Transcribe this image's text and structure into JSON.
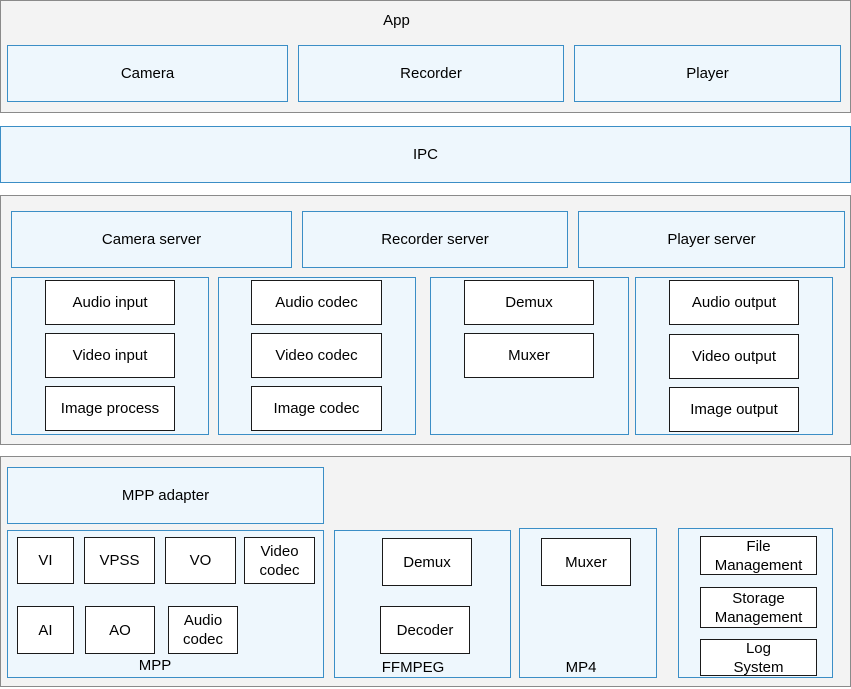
{
  "app": {
    "title": "App",
    "camera": "Camera",
    "recorder": "Recorder",
    "player": "Player"
  },
  "ipc": "IPC",
  "services": {
    "camera_server": "Camera server",
    "recorder_server": "Recorder server",
    "player_server": "Player server",
    "input_group": [
      "Audio input",
      "Video input",
      "Image process"
    ],
    "codec_group": [
      "Audio codec",
      "Video codec",
      "Image codec"
    ],
    "mux_group": [
      "Demux",
      "Muxer"
    ],
    "output_group": [
      "Audio output",
      "Video output",
      "Image output"
    ]
  },
  "platform": {
    "mpp_adapter": "MPP adapter",
    "mpp": {
      "label": "MPP",
      "vi": "VI",
      "vpss": "VPSS",
      "vo": "VO",
      "video_codec": "Video\ncodec",
      "ai": "AI",
      "ao": "AO",
      "audio_codec": "Audio\ncodec"
    },
    "ffmpeg": {
      "label": "FFMPEG",
      "demux": "Demux",
      "decoder": "Decoder"
    },
    "mp4": {
      "label": "MP4",
      "muxer": "Muxer"
    },
    "utilities": {
      "file_management": "File\nManagement",
      "storage_management": "Storage\nManagement",
      "log_system": "Log\nSystem"
    }
  }
}
